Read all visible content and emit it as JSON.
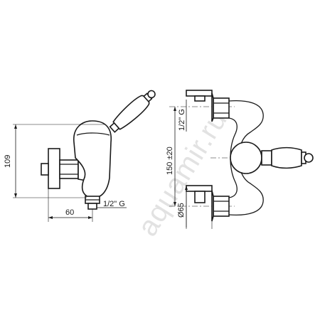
{
  "drawing": {
    "watermark": "aquamir.ru",
    "side_view": {
      "height_dim": "109",
      "depth_dim": "60",
      "thread_label": "1/2\" G"
    },
    "front_view": {
      "thread_label": "1/2\" G",
      "spacing_dim": "150 ±20",
      "flange_dim": "Ø65"
    }
  }
}
